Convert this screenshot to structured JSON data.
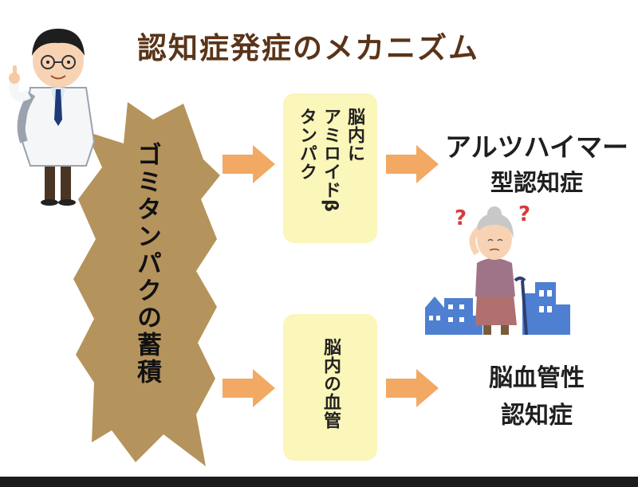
{
  "title": "認知症発症のメカニズム",
  "source": "ゴミタンパクの蓄積",
  "mechanisms": {
    "amyloid_lines": [
      "脳内に",
      "アミロイドβ",
      "タンパク"
    ],
    "vascular": "脳内の血管"
  },
  "outcomes": {
    "alzheimer_line1": "アルツハイマー",
    "alzheimer_line2": "型認知症",
    "vascular_line1": "脳血管性",
    "vascular_line2": "認知症"
  },
  "icons": {
    "doctor": "doctor-illustration",
    "elderly": "confused-elderly-woman-illustration",
    "question": "question-mark",
    "city": "city-skyline"
  },
  "colors": {
    "title": "#5a3419",
    "burst": "#b5935c",
    "box": "#fbf6b9",
    "arrow": "#f2a964",
    "city": "#4e7fd1",
    "question": "#d93a3a"
  }
}
